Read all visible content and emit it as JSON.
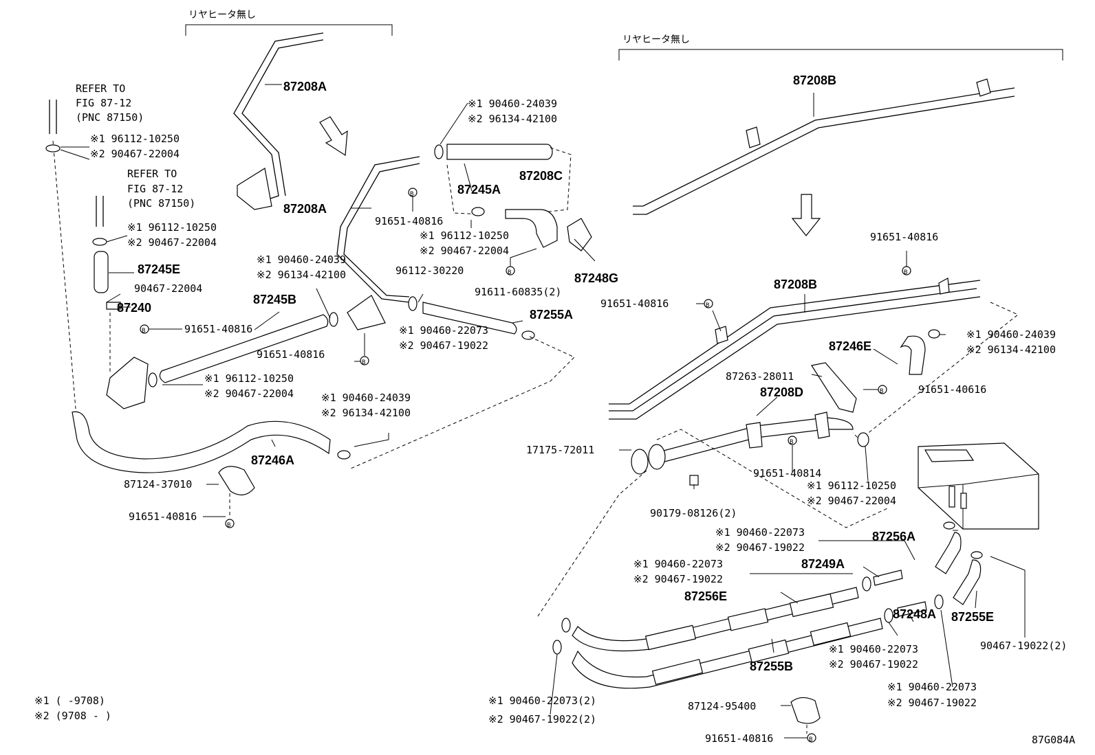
{
  "figure_id": "87G084A",
  "footnotes": [
    "※1 (      -9708)",
    "※2 (9708 -      )"
  ],
  "variant_note": "リヤヒータ無し",
  "labels": {
    "refer1": [
      "REFER TO",
      "FIG 87-12",
      "(PNC 87150)"
    ],
    "refer2": [
      "REFER TO",
      "FIG 87-12",
      "(PNC 87150)"
    ],
    "clamp_left_top": [
      "※1 96112-10250",
      "※2 90467-22004"
    ],
    "clamp_left_mid": [
      "※1 96112-10250",
      "※2 90467-22004"
    ],
    "p87245E": "87245E",
    "p90467_22004": "90467-22004",
    "p87240": "87240",
    "bolt_left": "91651-40816",
    "p87208A_top": "87208A",
    "p87208A_mid": "87208A",
    "clamp_top_center": [
      "※1 90460-24039",
      "※2 96134-42100"
    ],
    "p87245A": "87245A",
    "p87208C": "87208C",
    "bolt_center_top": "91651-40816",
    "clamp_center_mid": [
      "※1 96112-10250",
      "※2 90467-22004"
    ],
    "p87248G": "87248G",
    "p91611": "91611-60835(2)",
    "p96112_30220": "96112-30220",
    "clamp_87245B": [
      "※1 90460-24039",
      "※2 96134-42100"
    ],
    "p87245B": "87245B",
    "bolt_87245B": "91651-40816",
    "clamp_87255A": [
      "※1 90460-22073",
      "※2 90467-19022"
    ],
    "p87255A": "87255A",
    "clamp_left_low": [
      "※1 96112-10250",
      "※2 90467-22004"
    ],
    "clamp_87246A": [
      "※1 90460-24039",
      "※2 96134-42100"
    ],
    "p87246A": "87246A",
    "p87124_37010": "87124-37010",
    "bolt_bottom_left": "91651-40816",
    "p87208B_top": "87208B",
    "bolt_right_top": "91651-40816",
    "p87208B_mid": "87208B",
    "bolt_right_mid": "91651-40816",
    "clamp_87246E": [
      "※1 90460-24039",
      "※2 96134-42100"
    ],
    "p87246E": "87246E",
    "p87263": "87263-28011",
    "p87208D": "87208D",
    "bolt_91651_40616": "91651-40616",
    "p17175": "17175-72011",
    "bolt_91651_40814": "91651-40814",
    "clamp_87208D": [
      "※1 96112-10250",
      "※2 90467-22004"
    ],
    "p90179": "90179-08126(2)",
    "clamp_87256A": [
      "※1 90460-22073",
      "※2 90467-19022"
    ],
    "p87256A": "87256A",
    "clamp_87249A": [
      "※1 90460-22073",
      "※2 90467-19022"
    ],
    "p87249A": "87249A",
    "p87256E": "87256E",
    "p87248A": "87248A",
    "p87255E": "87255E",
    "clamp_87248A": [
      "※1 90460-22073",
      "※2 90467-19022"
    ],
    "p90467_19022_2": "90467-19022(2)",
    "p87255B": "87255B",
    "clamp_bottom_right": [
      "※1 90460-22073",
      "※2 90467-19022"
    ],
    "clamp_bottom_pair": [
      "※1 90460-22073(2)",
      "※2 90467-19022(2)"
    ],
    "p87124_95400": "87124-95400",
    "bolt_bottom_right": "91651-40816"
  }
}
